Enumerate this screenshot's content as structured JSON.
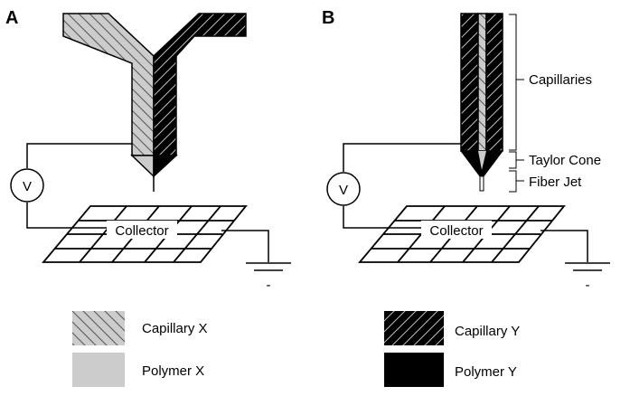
{
  "panels": {
    "a": {
      "label": "A",
      "voltmeter": "V",
      "collector": "Collector",
      "ground": "-"
    },
    "b": {
      "label": "B",
      "voltmeter": "V",
      "collector": "Collector",
      "ground": "-",
      "annotations": {
        "capillaries": "Capillaries",
        "taylor_cone": "Taylor Cone",
        "fiber_jet": "Fiber Jet"
      }
    }
  },
  "legend": [
    {
      "label": "Capillary X",
      "swatch": "hatched-light"
    },
    {
      "label": "Polymer X",
      "swatch": "solid-light"
    },
    {
      "label": "Capillary Y",
      "swatch": "hatched-dark"
    },
    {
      "label": "Polymer Y",
      "swatch": "solid-dark"
    }
  ],
  "colors": {
    "polymer_x": "#cccccc",
    "polymer_y": "#000000",
    "line": "#000000"
  }
}
